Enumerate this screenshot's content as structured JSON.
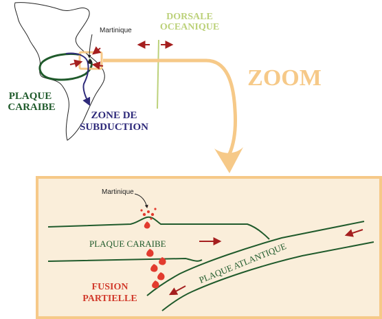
{
  "colors": {
    "zoom": "#f6c988",
    "zoom_fill": "#faeeda",
    "plate_green": "#1f5a2b",
    "ridge_green": "#bcd17a",
    "arrow_red": "#a51f1f",
    "subduction_blue": "#2e2a7a",
    "magma_red": "#e23b2e",
    "label_red": "#d13a2b",
    "outline": "#222222"
  },
  "map": {
    "martinique_label": "Martinique",
    "ridge_label_line1": "DORSALE",
    "ridge_label_line2": "OCEANIQUE",
    "plate_label_line1": "PLAQUE",
    "plate_label_line2": "CARAIBE",
    "subduction_label_line1": "ZONE DE",
    "subduction_label_line2": "SUBDUCTION"
  },
  "zoom_label": "ZOOM",
  "section": {
    "martinique_label": "Martinique",
    "caribbean_plate_label": "PLAQUE CARAIBE",
    "atlantic_plate_label": "PLAQUE ATLANTIQUE",
    "melt_label_line1": "FUSION",
    "melt_label_line2": "PARTIELLE"
  }
}
